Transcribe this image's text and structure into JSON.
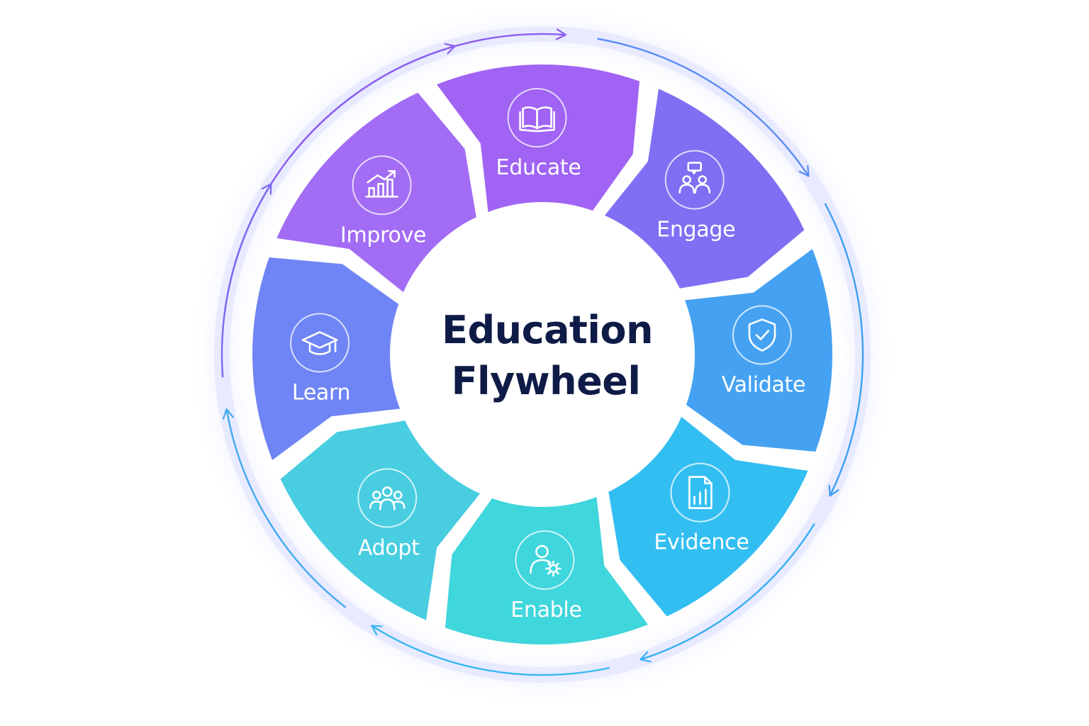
{
  "center": {
    "title_line1": "Education",
    "title_line2": "Flywheel"
  },
  "segments": [
    {
      "label": "Educate",
      "icon": "open-book-icon",
      "color": "#a063f4"
    },
    {
      "label": "Engage",
      "icon": "discussion-icon",
      "color": "#7f6ff3"
    },
    {
      "label": "Validate",
      "icon": "shield-check-icon",
      "color": "#45a2f3"
    },
    {
      "label": "Evidence",
      "icon": "document-chart-icon",
      "color": "#33bef2"
    },
    {
      "label": "Enable",
      "icon": "user-gear-icon",
      "color": "#3fd6dc"
    },
    {
      "label": "Adopt",
      "icon": "group-icon",
      "color": "#48cde1"
    },
    {
      "label": "Learn",
      "icon": "graduation-cap-icon",
      "color": "#6f85f5"
    },
    {
      "label": "Improve",
      "icon": "growth-chart-icon",
      "color": "#a26cf4"
    }
  ],
  "colors": {
    "purple": "#9b5ff2",
    "blue": "#3ea9f4",
    "teal": "#3fd8d8",
    "title": "#0f1b47"
  },
  "direction": "clockwise"
}
